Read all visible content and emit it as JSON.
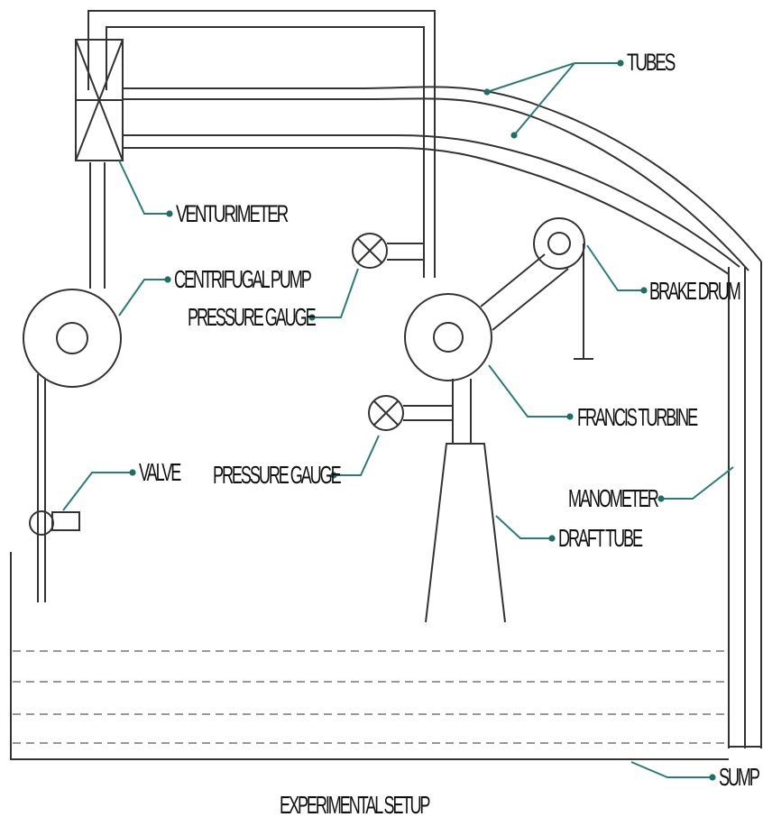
{
  "title": "EXPERIMENTAL SETUP",
  "labels": {
    "tubes": "TUBES",
    "venturimeter": "VENTURIMETER",
    "centrifugal_pump": "CENTRIFUGAL PUMP",
    "pressure_gauge_upper": "PRESSURE GAUGE",
    "brake_drum": "BRAKE DRUM",
    "francis_turbine": "FRANCIS TURBINE",
    "pressure_gauge_lower": "PRESSURE GAUGE",
    "valve": "VALVE",
    "manometer": "MANOMETER",
    "draft_tube": "DRAFT TUBE",
    "sump": "SUMP"
  },
  "colors": {
    "leader": "#2a7d74",
    "line": "#333333"
  }
}
